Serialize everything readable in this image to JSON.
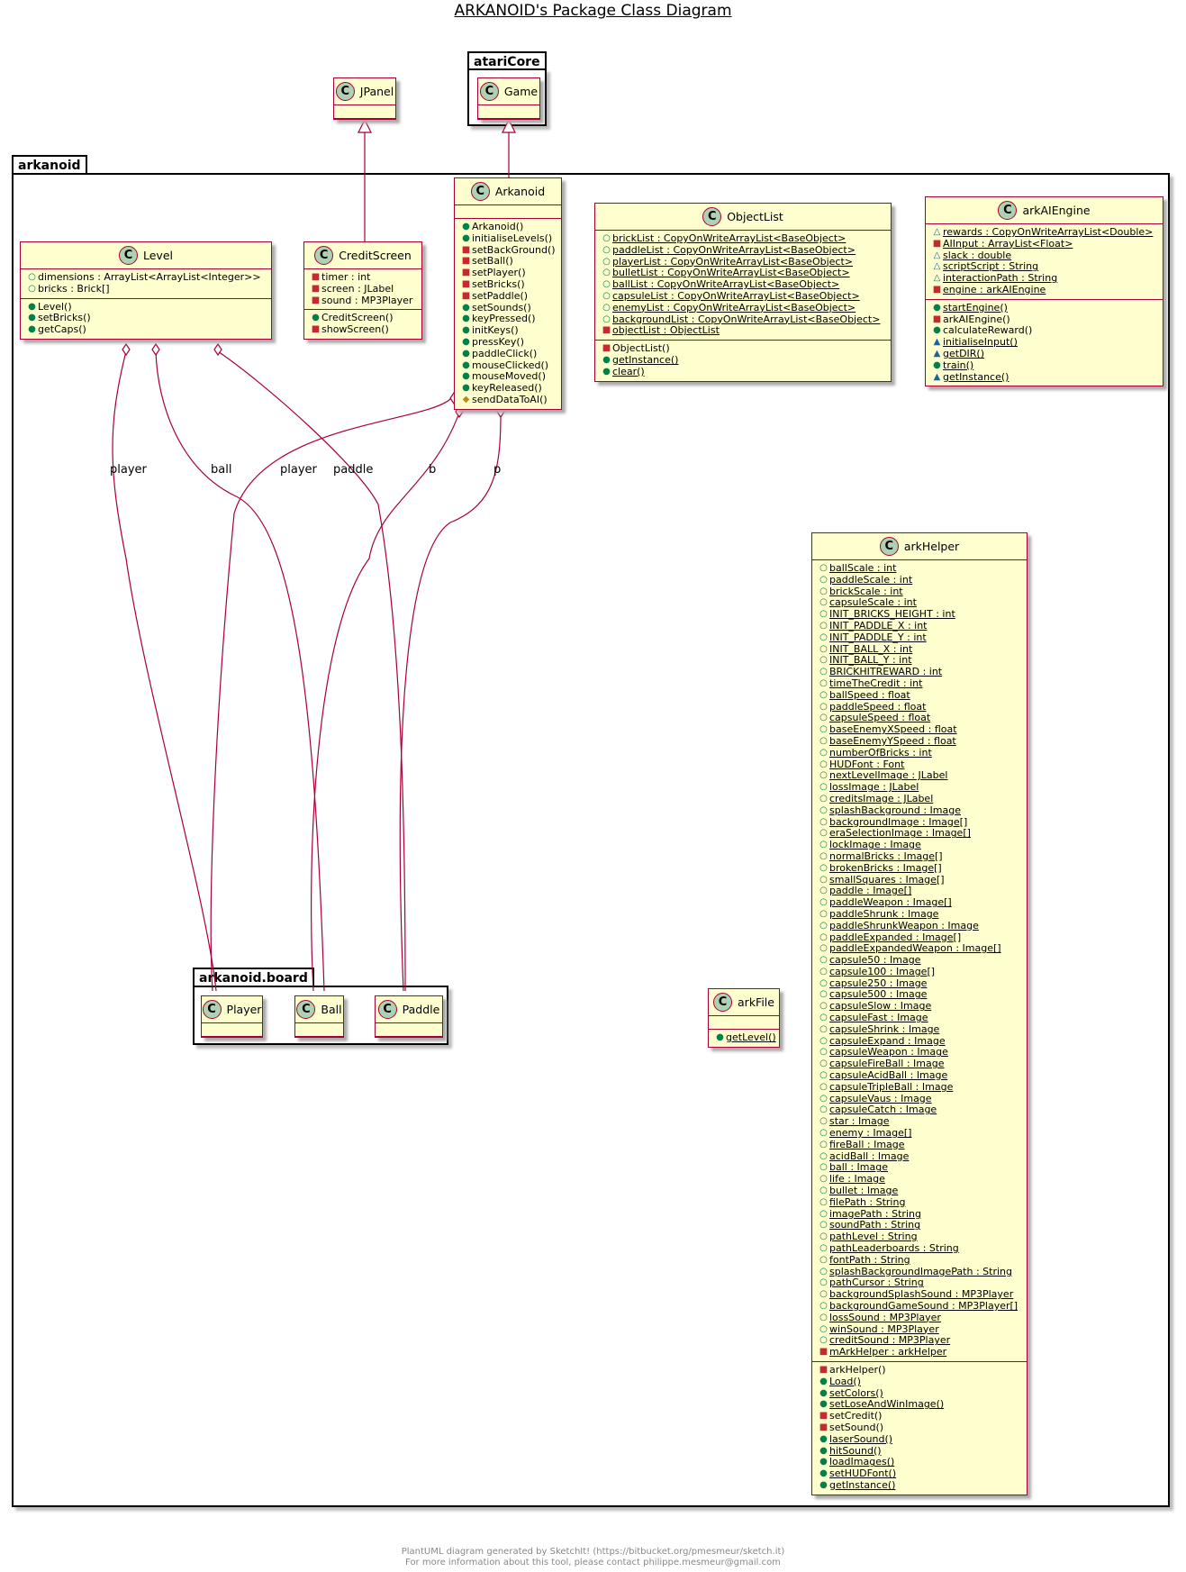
{
  "title": "ARKANOID's Package Class Diagram",
  "footer": {
    "line1": "PlantUML diagram generated by SketchIt! (https://bitbucket.org/pmesmeur/sketch.it)",
    "line2": "For more information about this tool, please contact philippe.mesmeur@gmail.com"
  },
  "packages": {
    "ataricore": "atariCore",
    "arkanoid": "arkanoid",
    "board": "arkanoid.board"
  },
  "class_icon_letter": "C",
  "classes": {
    "jpanel": {
      "name": "JPanel"
    },
    "game": {
      "name": "Game"
    },
    "level": {
      "name": "Level",
      "attributes": [
        {
          "v": "+",
          "t": "dimensions : ArrayList<ArrayList<Integer>>",
          "s": false
        },
        {
          "v": "+",
          "t": "bricks : Brick[]",
          "s": false
        }
      ],
      "methods": [
        {
          "v": "+",
          "t": "Level()",
          "s": false
        },
        {
          "v": "+",
          "t": "setBricks()",
          "s": false
        },
        {
          "v": "+",
          "t": "getCaps()",
          "s": false
        }
      ]
    },
    "creditscreen": {
      "name": "CreditScreen",
      "attributes": [
        {
          "v": "-",
          "t": "timer : int",
          "s": false
        },
        {
          "v": "-",
          "t": "screen : JLabel",
          "s": false
        },
        {
          "v": "-",
          "t": "sound : MP3Player",
          "s": false
        }
      ],
      "methods": [
        {
          "v": "+",
          "t": "CreditScreen()",
          "s": false
        },
        {
          "v": "-",
          "t": "showScreen()",
          "s": false
        }
      ]
    },
    "arkanoid": {
      "name": "Arkanoid",
      "attributes": [],
      "methods": [
        {
          "v": "+",
          "t": "Arkanoid()",
          "s": false
        },
        {
          "v": "+",
          "t": "initialiseLevels()",
          "s": false
        },
        {
          "v": "-",
          "t": "setBackGround()",
          "s": false
        },
        {
          "v": "-",
          "t": "setBall()",
          "s": false
        },
        {
          "v": "-",
          "t": "setPlayer()",
          "s": false
        },
        {
          "v": "-",
          "t": "setBricks()",
          "s": false
        },
        {
          "v": "-",
          "t": "setPaddle()",
          "s": false
        },
        {
          "v": "+",
          "t": "setSounds()",
          "s": false
        },
        {
          "v": "+",
          "t": "keyPressed()",
          "s": false
        },
        {
          "v": "+",
          "t": "initKeys()",
          "s": false
        },
        {
          "v": "+",
          "t": "pressKey()",
          "s": false
        },
        {
          "v": "+",
          "t": "paddleClick()",
          "s": false
        },
        {
          "v": "+",
          "t": "mouseClicked()",
          "s": false
        },
        {
          "v": "+",
          "t": "mouseMoved()",
          "s": false
        },
        {
          "v": "+",
          "t": "keyReleased()",
          "s": false
        },
        {
          "v": "#",
          "t": "sendDataToAI()",
          "s": false
        }
      ]
    },
    "objectlist": {
      "name": "ObjectList",
      "attributes": [
        {
          "v": "+",
          "t": "brickList : CopyOnWriteArrayList<BaseObject>",
          "s": true
        },
        {
          "v": "+",
          "t": "paddleList : CopyOnWriteArrayList<BaseObject>",
          "s": true
        },
        {
          "v": "+",
          "t": "playerList : CopyOnWriteArrayList<BaseObject>",
          "s": true
        },
        {
          "v": "+",
          "t": "bulletList : CopyOnWriteArrayList<BaseObject>",
          "s": true
        },
        {
          "v": "+",
          "t": "ballList : CopyOnWriteArrayList<BaseObject>",
          "s": true
        },
        {
          "v": "+",
          "t": "capsuleList : CopyOnWriteArrayList<BaseObject>",
          "s": true
        },
        {
          "v": "+",
          "t": "enemyList : CopyOnWriteArrayList<BaseObject>",
          "s": true
        },
        {
          "v": "+",
          "t": "backgroundList : CopyOnWriteArrayList<BaseObject>",
          "s": true
        },
        {
          "v": "-",
          "t": "objectList : ObjectList",
          "s": true
        }
      ],
      "methods": [
        {
          "v": "-",
          "t": "ObjectList()",
          "s": false
        },
        {
          "v": "+",
          "t": "getInstance()",
          "s": true
        },
        {
          "v": "+",
          "t": "clear()",
          "s": true
        }
      ]
    },
    "arkaiengine": {
      "name": "arkAIEngine",
      "attributes": [
        {
          "v": "~",
          "t": "rewards : CopyOnWriteArrayList<Double>",
          "s": true
        },
        {
          "v": "-",
          "t": "AIInput : ArrayList<Float>",
          "s": true
        },
        {
          "v": "~",
          "t": "slack : double",
          "s": true
        },
        {
          "v": "~",
          "t": "scriptScript : String",
          "s": true
        },
        {
          "v": "~",
          "t": "interactionPath : String",
          "s": true
        },
        {
          "v": "-",
          "t": "engine : arkAIEngine",
          "s": true
        }
      ],
      "methods": [
        {
          "v": "+",
          "t": "startEngine()",
          "s": true
        },
        {
          "v": "-",
          "t": "arkAIEngine()",
          "s": false
        },
        {
          "v": "+",
          "t": "calculateReward()",
          "s": false
        },
        {
          "v": "~",
          "t": "initialiseInput()",
          "s": true
        },
        {
          "v": "~",
          "t": "getDIR()",
          "s": true
        },
        {
          "v": "+",
          "t": "train()",
          "s": true
        },
        {
          "v": "~",
          "t": "getInstance()",
          "s": true
        }
      ]
    },
    "arkfile": {
      "name": "arkFile",
      "attributes": [],
      "methods": [
        {
          "v": "+",
          "t": "getLevel()",
          "s": true
        }
      ]
    },
    "arkhelper": {
      "name": "arkHelper",
      "attributes": [
        {
          "v": "+",
          "t": "ballScale : int",
          "s": true
        },
        {
          "v": "+",
          "t": "paddleScale : int",
          "s": true
        },
        {
          "v": "+",
          "t": "brickScale : int",
          "s": true
        },
        {
          "v": "+",
          "t": "capsuleScale : int",
          "s": true
        },
        {
          "v": "+",
          "t": "INIT_BRICKS_HEIGHT : int",
          "s": true
        },
        {
          "v": "+",
          "t": "INIT_PADDLE_X : int",
          "s": true
        },
        {
          "v": "+",
          "t": "INIT_PADDLE_Y : int",
          "s": true
        },
        {
          "v": "+",
          "t": "INIT_BALL_X : int",
          "s": true
        },
        {
          "v": "+",
          "t": "INIT_BALL_Y : int",
          "s": true
        },
        {
          "v": "+",
          "t": "BRICKHITREWARD : int",
          "s": true
        },
        {
          "v": "+",
          "t": "timeTheCredit : int",
          "s": true
        },
        {
          "v": "+",
          "t": "ballSpeed : float",
          "s": true
        },
        {
          "v": "+",
          "t": "paddleSpeed : float",
          "s": true
        },
        {
          "v": "+",
          "t": "capsuleSpeed : float",
          "s": true
        },
        {
          "v": "+",
          "t": "baseEnemyXSpeed : float",
          "s": true
        },
        {
          "v": "+",
          "t": "baseEnemyYSpeed : float",
          "s": true
        },
        {
          "v": "+",
          "t": "numberOfBricks : int",
          "s": true
        },
        {
          "v": "+",
          "t": "HUDFont : Font",
          "s": true
        },
        {
          "v": "+",
          "t": "nextLevelImage : JLabel",
          "s": true
        },
        {
          "v": "+",
          "t": "lossImage : JLabel",
          "s": true
        },
        {
          "v": "+",
          "t": "creditsImage : JLabel",
          "s": true
        },
        {
          "v": "+",
          "t": "splashBackground : Image",
          "s": true
        },
        {
          "v": "+",
          "t": "backgroundImage : Image[]",
          "s": true
        },
        {
          "v": "+",
          "t": "eraSelectionImage : Image[]",
          "s": true
        },
        {
          "v": "+",
          "t": "lockImage : Image",
          "s": true
        },
        {
          "v": "+",
          "t": "normalBricks : Image[]",
          "s": true
        },
        {
          "v": "+",
          "t": "brokenBricks : Image[]",
          "s": true
        },
        {
          "v": "+",
          "t": "smallSquares : Image[]",
          "s": true
        },
        {
          "v": "+",
          "t": "paddle : Image[]",
          "s": true
        },
        {
          "v": "+",
          "t": "paddleWeapon : Image[]",
          "s": true
        },
        {
          "v": "+",
          "t": "paddleShrunk : Image",
          "s": true
        },
        {
          "v": "+",
          "t": "paddleShrunkWeapon : Image",
          "s": true
        },
        {
          "v": "+",
          "t": "paddleExpanded : Image[]",
          "s": true
        },
        {
          "v": "+",
          "t": "paddleExpandedWeapon : Image[]",
          "s": true
        },
        {
          "v": "+",
          "t": "capsule50 : Image",
          "s": true
        },
        {
          "v": "+",
          "t": "capsule100 : Image[]",
          "s": true
        },
        {
          "v": "+",
          "t": "capsule250 : Image",
          "s": true
        },
        {
          "v": "+",
          "t": "capsule500 : Image",
          "s": true
        },
        {
          "v": "+",
          "t": "capsuleSlow : Image",
          "s": true
        },
        {
          "v": "+",
          "t": "capsuleFast : Image",
          "s": true
        },
        {
          "v": "+",
          "t": "capsuleShrink : Image",
          "s": true
        },
        {
          "v": "+",
          "t": "capsuleExpand : Image",
          "s": true
        },
        {
          "v": "+",
          "t": "capsuleWeapon : Image",
          "s": true
        },
        {
          "v": "+",
          "t": "capsuleFireBall : Image",
          "s": true
        },
        {
          "v": "+",
          "t": "capsuleAcidBall : Image",
          "s": true
        },
        {
          "v": "+",
          "t": "capsuleTripleBall : Image",
          "s": true
        },
        {
          "v": "+",
          "t": "capsuleVaus : Image",
          "s": true
        },
        {
          "v": "+",
          "t": "capsuleCatch : Image",
          "s": true
        },
        {
          "v": "+",
          "t": "star : Image",
          "s": true
        },
        {
          "v": "+",
          "t": "enemy : Image[]",
          "s": true
        },
        {
          "v": "+",
          "t": "fireBall : Image",
          "s": true
        },
        {
          "v": "+",
          "t": "acidBall : Image",
          "s": true
        },
        {
          "v": "+",
          "t": "ball : Image",
          "s": true
        },
        {
          "v": "+",
          "t": "life : Image",
          "s": true
        },
        {
          "v": "+",
          "t": "bullet : Image",
          "s": true
        },
        {
          "v": "+",
          "t": "filePath : String",
          "s": true
        },
        {
          "v": "+",
          "t": "imagePath : String",
          "s": true
        },
        {
          "v": "+",
          "t": "soundPath : String",
          "s": true
        },
        {
          "v": "+",
          "t": "pathLevel : String",
          "s": true
        },
        {
          "v": "+",
          "t": "pathLeaderboards : String",
          "s": true
        },
        {
          "v": "+",
          "t": "fontPath : String",
          "s": true
        },
        {
          "v": "+",
          "t": "splashBackgroundImagePath : String",
          "s": true
        },
        {
          "v": "+",
          "t": "pathCursor : String",
          "s": true
        },
        {
          "v": "+",
          "t": "backgroundSplashSound : MP3Player",
          "s": true
        },
        {
          "v": "+",
          "t": "backgroundGameSound : MP3Player[]",
          "s": true
        },
        {
          "v": "+",
          "t": "lossSound : MP3Player",
          "s": true
        },
        {
          "v": "+",
          "t": "winSound : MP3Player",
          "s": true
        },
        {
          "v": "+",
          "t": "creditSound : MP3Player",
          "s": true
        },
        {
          "v": "-",
          "t": "mArkHelper : arkHelper",
          "s": true
        }
      ],
      "methods": [
        {
          "v": "-",
          "t": "arkHelper()",
          "s": false
        },
        {
          "v": "+",
          "t": "Load()",
          "s": true
        },
        {
          "v": "+",
          "t": "setColors()",
          "s": true
        },
        {
          "v": "+",
          "t": "setLoseAndWinImage()",
          "s": true
        },
        {
          "v": "-",
          "t": "setCredit()",
          "s": false
        },
        {
          "v": "-",
          "t": "setSound()",
          "s": false
        },
        {
          "v": "+",
          "t": "laserSound()",
          "s": true
        },
        {
          "v": "+",
          "t": "hitSound()",
          "s": true
        },
        {
          "v": "+",
          "t": "loadImages()",
          "s": true
        },
        {
          "v": "+",
          "t": "setHUDFont()",
          "s": true
        },
        {
          "v": "+",
          "t": "getInstance()",
          "s": true
        }
      ]
    },
    "player": {
      "name": "Player"
    },
    "ball": {
      "name": "Ball"
    },
    "paddle": {
      "name": "Paddle"
    }
  },
  "relation_labels": {
    "level_player": "player",
    "level_ball": "ball",
    "arkanoid_player": "player",
    "level_paddle": "paddle",
    "arkanoid_ball": "b",
    "arkanoid_paddle": "p"
  },
  "colors": {
    "class_fill": "#FEFECE",
    "class_border": "#A80036",
    "icon_fill": "#ADD1B2",
    "public": "#038048",
    "private": "#C82930",
    "package": "#1963A0",
    "protected": "#B38D22"
  }
}
